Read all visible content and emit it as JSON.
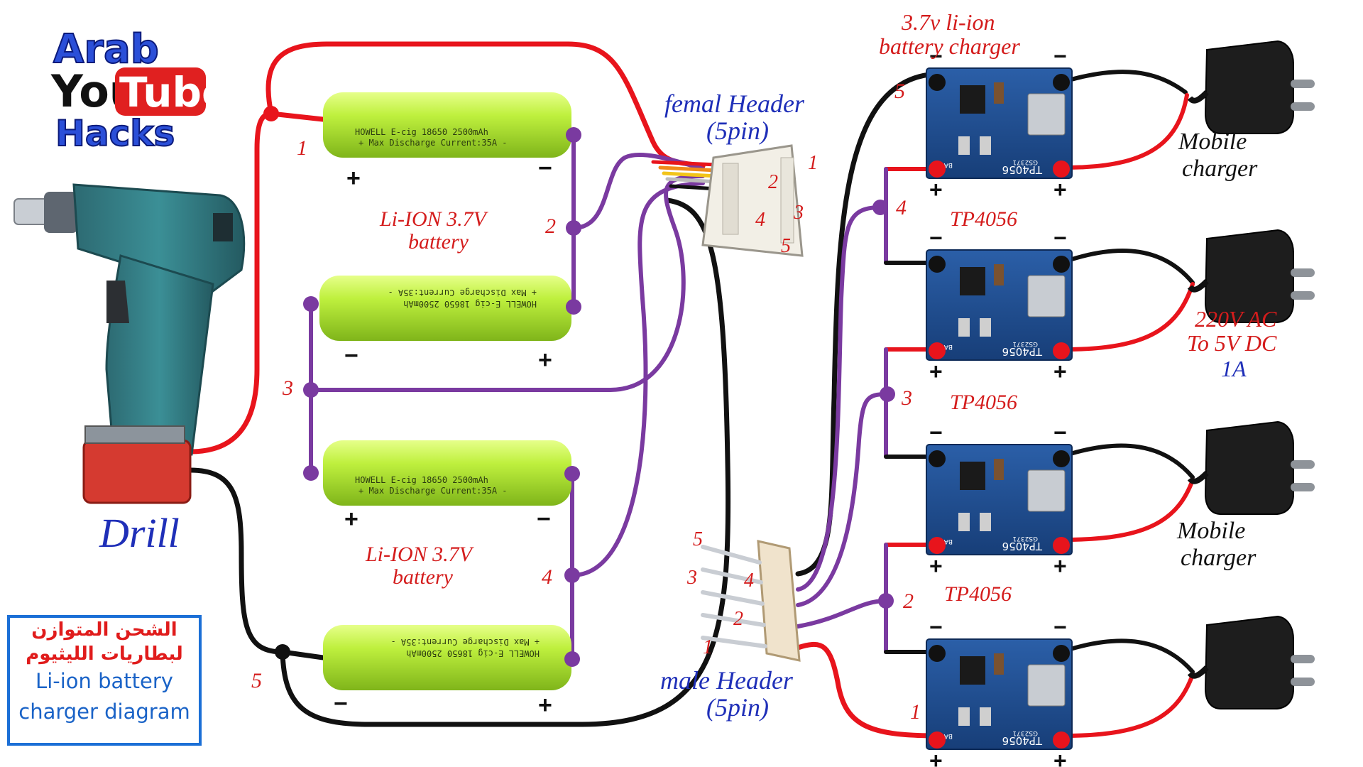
{
  "logo": {
    "line1": "Arab",
    "line2_you": "You",
    "line2_tube": "Tube",
    "line3": "Hacks"
  },
  "drill": {
    "label": "Drill"
  },
  "note_box": {
    "arabic_line1": "الشحن المتوازن",
    "arabic_line2": "لبطاريات الليثيوم",
    "english_line1": "Li-ion battery",
    "english_line2": "charger diagram"
  },
  "batteries": {
    "cell_text_line1": "HOWELL E-cig 18650 2500mAh",
    "cell_text_line2": "+ Max Discharge Current:35A -",
    "label_top_line1": "Li-ION 3.7V",
    "label_top_line2": "battery",
    "label_bottom_line1": "Li-ION 3.7V",
    "label_bottom_line2": "battery",
    "plus": "+",
    "minus": "−"
  },
  "female_header": {
    "title_line1": "femal Header",
    "title_line2": "(5pin)",
    "pins": [
      "1",
      "2",
      "3",
      "4",
      "5"
    ]
  },
  "male_header": {
    "title_line1": "male Header",
    "title_line2": "(5pin)",
    "pins": [
      "1",
      "2",
      "3",
      "4",
      "5"
    ]
  },
  "node_numbers": [
    "1",
    "2",
    "3",
    "4",
    "5"
  ],
  "charger_numbers": [
    "5",
    "4",
    "3",
    "2",
    "1"
  ],
  "modules": {
    "top_title_line1": "3.7v li-ion",
    "top_title_line2": "battery charger",
    "name": "TP4056",
    "chip_label": "TP4056",
    "bat_label": "BAT+",
    "code": "GS2371"
  },
  "wall_chargers": {
    "label_a_line1": "Mobile",
    "label_a_line2": "charger",
    "label_b_line1": "220V AC",
    "label_b_line2": "To 5V DC",
    "label_b_line3": "1A",
    "label_c_line1": "Mobile",
    "label_c_line2": "charger"
  },
  "colors": {
    "red_wire": "#e8141c",
    "black_wire": "#111111",
    "purple_wire": "#7a3aa0",
    "battery_green": "#b8ea3a",
    "module_blue": "#1d4a8a"
  }
}
